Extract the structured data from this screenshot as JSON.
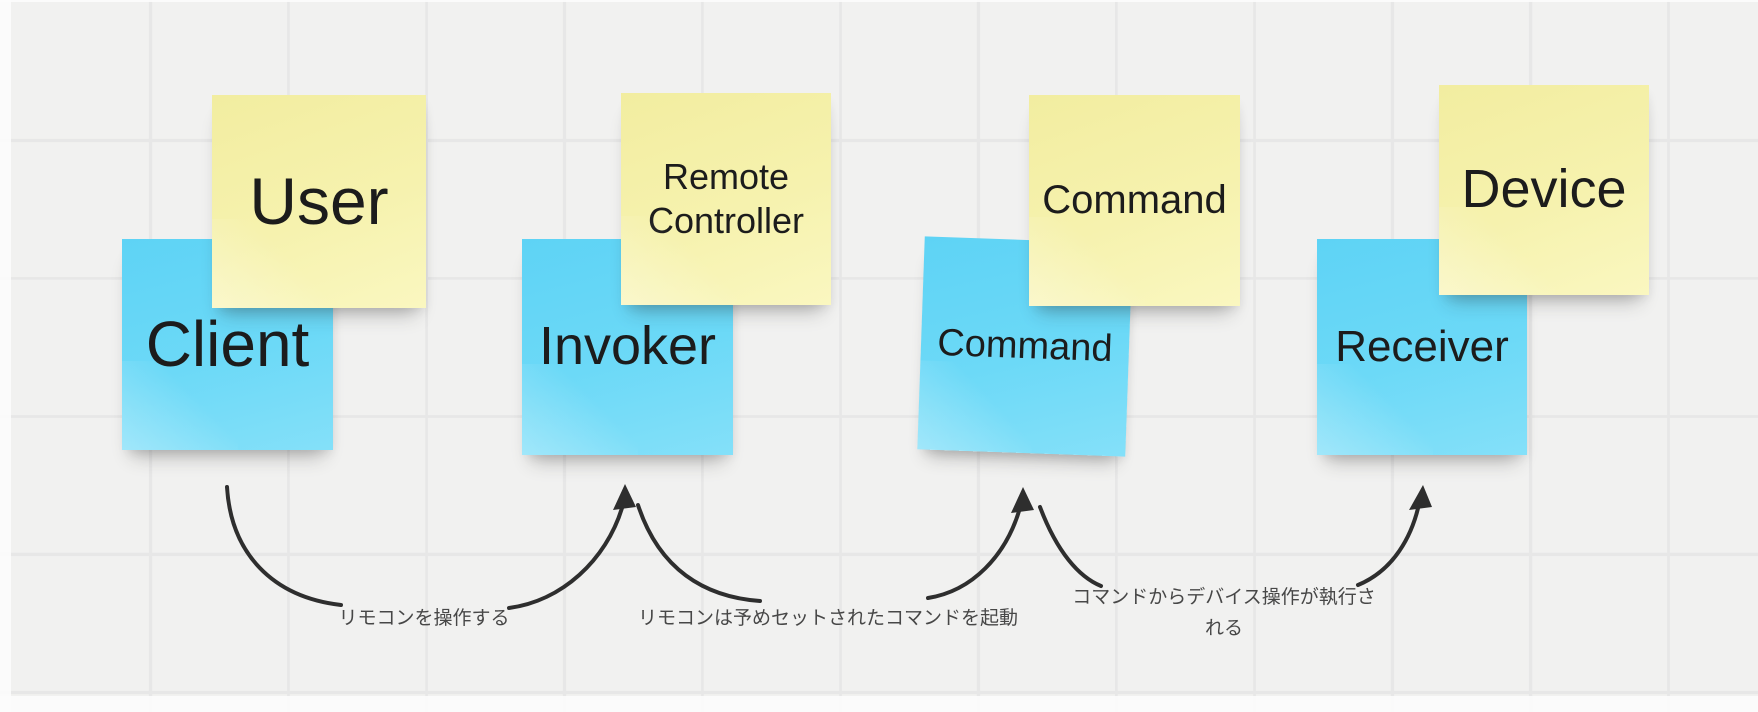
{
  "app": {
    "name": "whiteboard-canvas"
  },
  "colors": {
    "background": "#f1f1f0",
    "grid_line": "#e7e7e7",
    "note_yellow": "#f5f1a6",
    "note_blue": "#6cd9f7",
    "note_text": "#1c1c1c",
    "connector": "#2e2e2e",
    "connector_label_text": "#474747"
  },
  "notes": [
    {
      "text": "User",
      "color": "yellow"
    },
    {
      "text": "Client",
      "color": "blue"
    },
    {
      "text": "Remote Controller",
      "color": "yellow"
    },
    {
      "text": "Invoker",
      "color": "blue"
    },
    {
      "text": "Command",
      "color": "yellow"
    },
    {
      "text": "Command",
      "color": "blue"
    },
    {
      "text": "Device",
      "color": "yellow"
    },
    {
      "text": "Receiver",
      "color": "blue"
    }
  ],
  "connectors": [
    {
      "from": "Client",
      "to": "Invoker",
      "label": "リモコンを操作する"
    },
    {
      "from": "Invoker",
      "to": "Command",
      "label": "リモコンは予めセットされたコマンドを起動"
    },
    {
      "from": "Command",
      "to": "Receiver",
      "label": "コマンドからデバイス操作が執行される"
    }
  ]
}
